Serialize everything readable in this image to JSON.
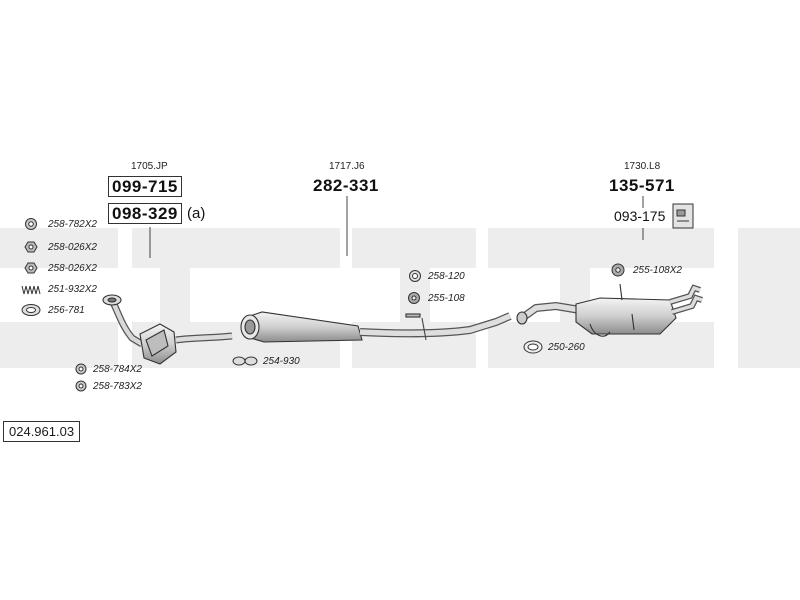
{
  "diagram_id": "024.961.03",
  "assemblies": {
    "front": {
      "code": "1705.JP",
      "part_primary": "099-715",
      "part_secondary": "098-329",
      "suffix": "(a)"
    },
    "middle": {
      "code": "1717.J6",
      "part_primary": "282-331"
    },
    "rear": {
      "code": "1730.L8",
      "part_primary": "135-571",
      "part_secondary": "093-175"
    }
  },
  "parts": {
    "p1": "258-782X2",
    "p2": "258-026X2",
    "p3": "258-026X2",
    "p4": "251-932X2",
    "p5": "256-781",
    "p6": "258-784X2",
    "p7": "258-783X2",
    "p8": "254-930",
    "p9": "258-120",
    "p10": "255-108",
    "p11": "250-260",
    "p12": "255-108X2"
  },
  "colors": {
    "band": "#ededed",
    "line": "#333333",
    "pipe_fill": "#d7d7d7",
    "pipe_dark": "#9a9a9a"
  }
}
